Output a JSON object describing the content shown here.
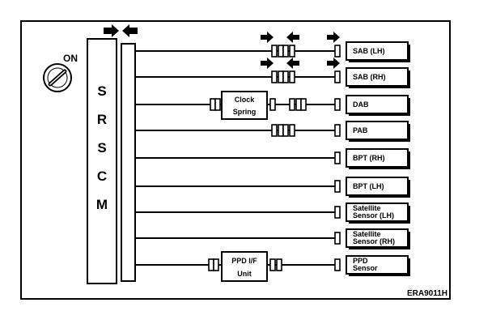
{
  "key": {
    "label": "ON"
  },
  "module": {
    "letters": [
      "S",
      "R",
      "S",
      "C",
      "M"
    ]
  },
  "inline_units": {
    "clock_spring": [
      "Clock",
      "Spring"
    ],
    "ppd_if_unit": [
      "PPD I/F",
      "Unit"
    ]
  },
  "components": [
    {
      "id": "sab-lh",
      "lines": [
        "SAB (LH)"
      ]
    },
    {
      "id": "sab-rh",
      "lines": [
        "SAB (RH)"
      ]
    },
    {
      "id": "dab",
      "lines": [
        "DAB"
      ]
    },
    {
      "id": "pab",
      "lines": [
        "PAB"
      ]
    },
    {
      "id": "bpt-rh",
      "lines": [
        "BPT (RH)"
      ]
    },
    {
      "id": "bpt-lh",
      "lines": [
        "BPT (LH)"
      ]
    },
    {
      "id": "satellite-sensor-lh",
      "lines": [
        "Satellite",
        "Sensor (LH)"
      ]
    },
    {
      "id": "satellite-sensor-rh",
      "lines": [
        "Satellite",
        "Sensor (RH)"
      ]
    },
    {
      "id": "ppd-sensor",
      "lines": [
        "PPD",
        "Sensor"
      ]
    }
  ],
  "figure_code": "ERA9011H"
}
